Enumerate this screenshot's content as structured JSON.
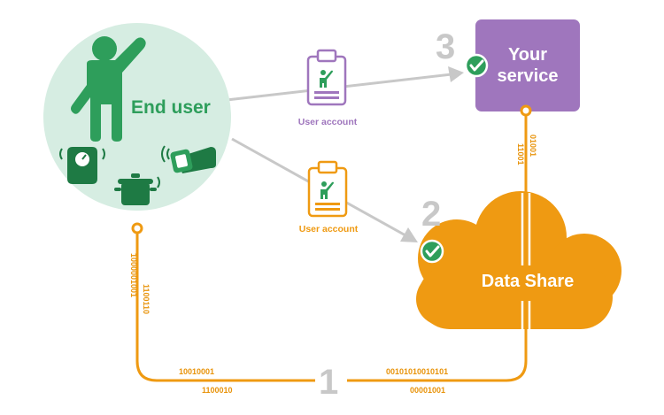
{
  "end_user": {
    "label": "End user"
  },
  "service": {
    "line1": "Your",
    "line2": "service"
  },
  "data_share": {
    "label": "Data Share"
  },
  "user_account_top": {
    "label": "User account"
  },
  "user_account_mid": {
    "label": "User account"
  },
  "steps": {
    "one": "1",
    "two": "2",
    "three": "3"
  },
  "binary": {
    "left_a": "1000001001",
    "left_b": "1100110",
    "bottom_a": "10010001",
    "bottom_b": "1100010",
    "bottom_c": "00101010010101",
    "bottom_d": "00001001",
    "right_a": "11001",
    "right_b": "01001"
  },
  "colors": {
    "green": "#2e9e5b",
    "dark_green": "#1e7a44",
    "light_green": "#d6ede2",
    "orange": "#ef9a12",
    "purple": "#9f76bd",
    "gray": "#c8c8c8"
  }
}
